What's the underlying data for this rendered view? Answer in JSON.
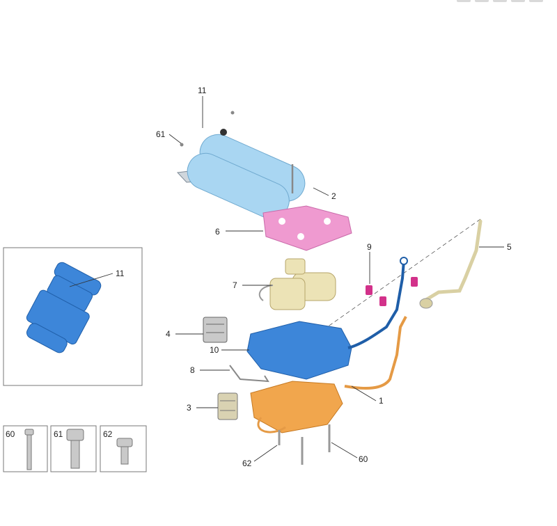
{
  "colors": {
    "tank": "#a9d6f2",
    "tank_dark": "#6fa9cf",
    "bracket": "#ef9ad0",
    "bracket_dark": "#c96aa9",
    "compressor": "#ece3b6",
    "compressor_dark": "#b6a56a",
    "valve_block": "#3d86d9",
    "valve_block_dark": "#1f5ea8",
    "lower_block": "#f1a64d",
    "lower_block_dark": "#c67922",
    "pipe_tan": "#d9d0a3",
    "pipe_orange": "#e59a45",
    "magenta_part": "#d2318a",
    "grey_part": "#c9c9c9"
  },
  "callouts": {
    "c1": "1",
    "c2": "2",
    "c3": "3",
    "c4": "4",
    "c5": "5",
    "c6": "6",
    "c7": "7",
    "c8": "8",
    "c9": "9",
    "c10": "10",
    "c11_top": "11",
    "c11_inset": "11",
    "c60_main": "60",
    "c61_main": "61",
    "c62_main": "62",
    "c60_box": "60",
    "c61_box": "61",
    "c62_box": "62"
  }
}
